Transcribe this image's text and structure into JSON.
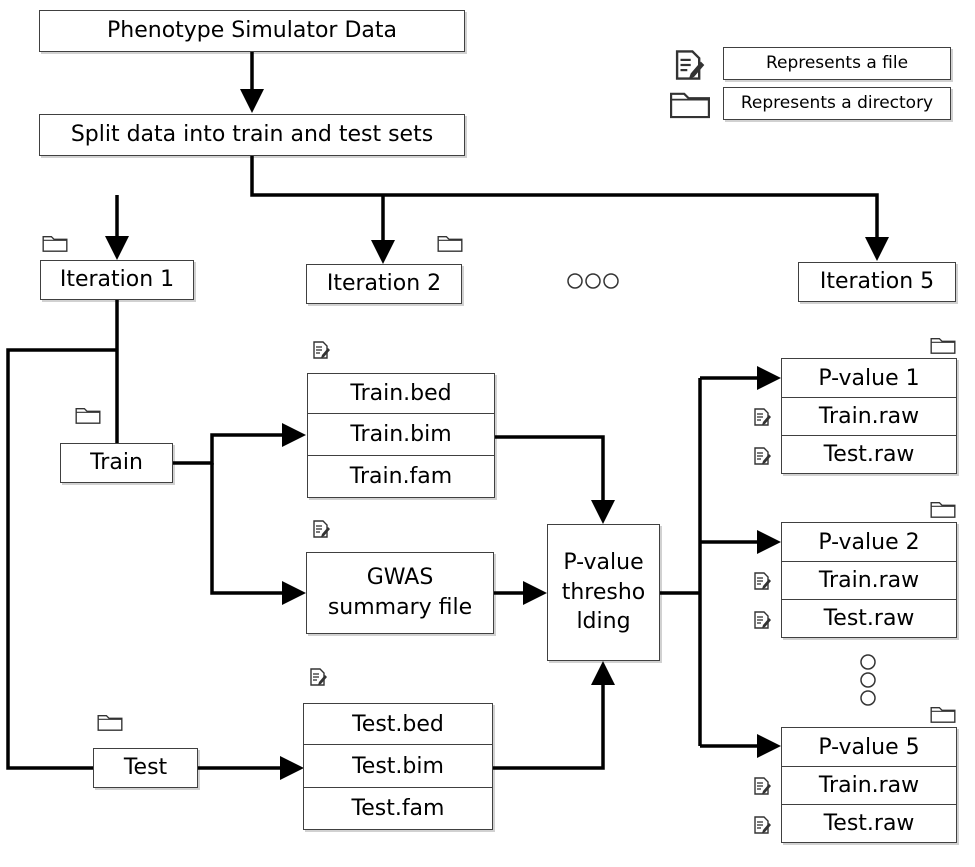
{
  "nodes": {
    "source": "Phenotype Simulator Data",
    "split": "Split data into train and test sets",
    "iteration1": "Iteration 1",
    "iteration2": "Iteration 2",
    "iteration5": "Iteration 5",
    "train": "Train",
    "test": "Test",
    "gwas": "GWAS summary file",
    "pvalue_thresholding": "P-value thresho lding"
  },
  "train_files": [
    "Train.bed",
    "Train.bim",
    "Train.fam"
  ],
  "test_files": [
    "Test.bed",
    "Test.bim",
    "Test.fam"
  ],
  "pvalue_groups": [
    {
      "title": "P-value 1",
      "files": [
        "Train.raw",
        "Test.raw"
      ]
    },
    {
      "title": "P-value 2",
      "files": [
        "Train.raw",
        "Test.raw"
      ]
    },
    {
      "title": "P-value 5",
      "files": [
        "Train.raw",
        "Test.raw"
      ]
    }
  ],
  "legend": {
    "file": "Represents a file",
    "directory": "Represents a directory",
    "file_icon": "file-icon",
    "directory_icon": "folder-icon"
  },
  "colors": {
    "stroke": "#000000",
    "border": "#404040"
  }
}
